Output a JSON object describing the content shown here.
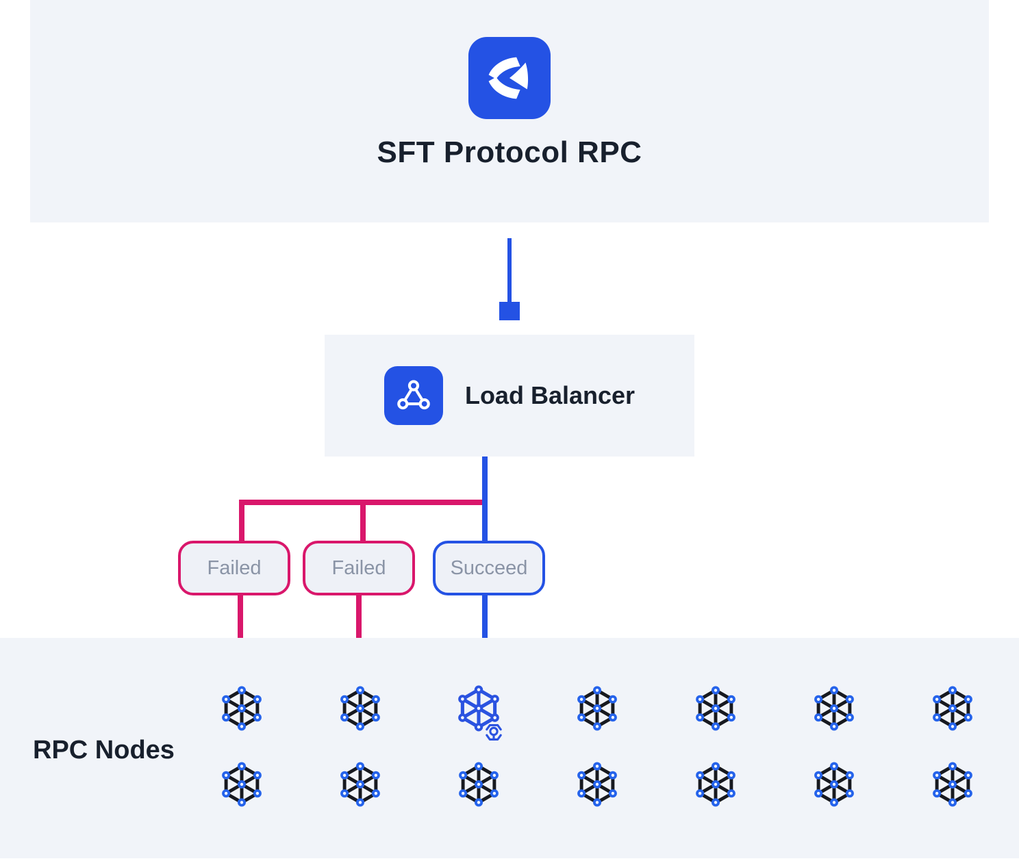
{
  "colors": {
    "accent_blue": "#2452E4",
    "fail_pink": "#D9176B",
    "panel_bg": "#F1F4F9",
    "box_fill": "#EEF1F7",
    "title_text": "#18202D",
    "muted_text": "#8A94A6",
    "node_edge": "#17191F",
    "node_dot": "#2563EB",
    "node_active": "#2B53E0"
  },
  "header": {
    "title": "SFT Protocol RPC",
    "logo_icon": "sft-protocol-logo-icon"
  },
  "load_balancer": {
    "label": "Load Balancer",
    "icon": "load-balancer-icon"
  },
  "branches": [
    {
      "label": "Failed",
      "status": "failed"
    },
    {
      "label": "Failed",
      "status": "failed"
    },
    {
      "label": "Succeed",
      "status": "succeed"
    }
  ],
  "rpc_nodes": {
    "label": "RPC Nodes",
    "rows": 2,
    "columns": 7,
    "active_node": {
      "row": 0,
      "col": 2
    },
    "node_icon": "network-node-icon",
    "active_badge_icon": "hex-scope-badge-icon"
  }
}
